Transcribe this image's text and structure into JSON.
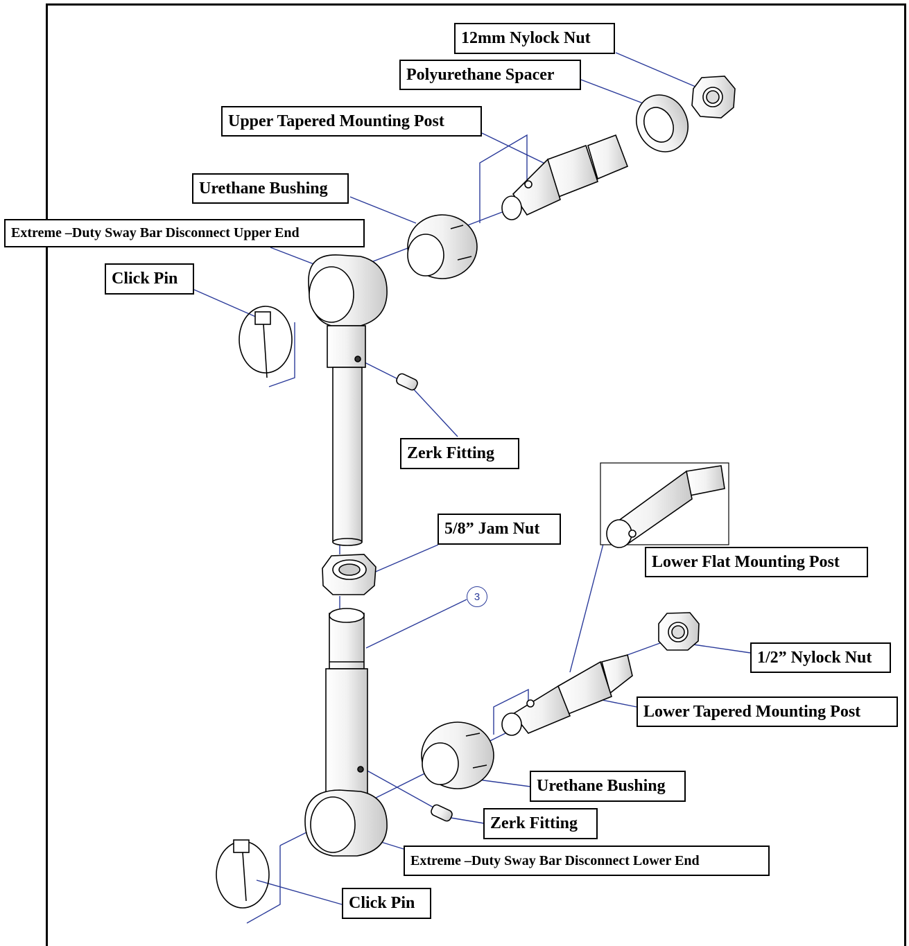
{
  "labels": {
    "nylock_nut_12mm": "12mm Nylock Nut",
    "polyurethane_spacer": "Polyurethane Spacer",
    "upper_tapered_post": "Upper Tapered Mounting Post",
    "urethane_bushing_upper": "Urethane Bushing",
    "upper_end": "Extreme –Duty Sway Bar Disconnect Upper End",
    "click_pin_upper": "Click Pin",
    "zerk_fitting_upper": "Zerk Fitting",
    "jam_nut": "5/8” Jam Nut",
    "lower_flat_post": "Lower Flat Mounting Post",
    "nylock_nut_half": "1/2” Nylock Nut",
    "lower_tapered_post": "Lower Tapered Mounting Post",
    "urethane_bushing_lower": "Urethane Bushing",
    "zerk_fitting_lower": "Zerk Fitting",
    "lower_end": "Extreme –Duty Sway Bar Disconnect Lower End",
    "click_pin_lower": "Click Pin"
  },
  "part_number": "3",
  "colors": {
    "leader": "#2b3b9a",
    "outline": "#000000",
    "fill": "#ffffff"
  }
}
